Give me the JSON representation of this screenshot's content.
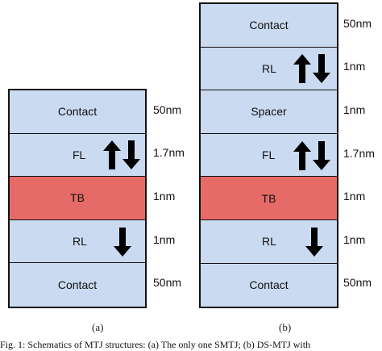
{
  "colors": {
    "blue": "#c9daf1",
    "red": "#e66b68",
    "outline": "#111111"
  },
  "diagram_a": {
    "caption": "(a)",
    "layers": [
      {
        "label": "Contact",
        "thickness": "50nm",
        "color": "blue",
        "arrows": "none"
      },
      {
        "label": "FL",
        "thickness": "1.7nm",
        "color": "blue",
        "arrows": "up-down"
      },
      {
        "label": "TB",
        "thickness": "1nm",
        "color": "red",
        "arrows": "none"
      },
      {
        "label": "RL",
        "thickness": "1nm",
        "color": "blue",
        "arrows": "down"
      },
      {
        "label": "Contact",
        "thickness": "50nm",
        "color": "blue",
        "arrows": "none"
      }
    ]
  },
  "diagram_b": {
    "caption": "(b)",
    "layers": [
      {
        "label": "Contact",
        "thickness": "50nm",
        "color": "blue",
        "arrows": "none"
      },
      {
        "label": "RL",
        "thickness": "1nm",
        "color": "blue",
        "arrows": "up-down"
      },
      {
        "label": "Spacer",
        "thickness": "1nm",
        "color": "blue",
        "arrows": "none"
      },
      {
        "label": "FL",
        "thickness": "1.7nm",
        "color": "blue",
        "arrows": "up-down"
      },
      {
        "label": "TB",
        "thickness": "1nm",
        "color": "red",
        "arrows": "none"
      },
      {
        "label": "RL",
        "thickness": "1nm",
        "color": "blue",
        "arrows": "down"
      },
      {
        "label": "Contact",
        "thickness": "50nm",
        "color": "blue",
        "arrows": "none"
      }
    ]
  },
  "footer_text": "Fig. 1: Schematics of MTJ structures: (a) The only one SMTJ; (b) DS-MTJ with"
}
